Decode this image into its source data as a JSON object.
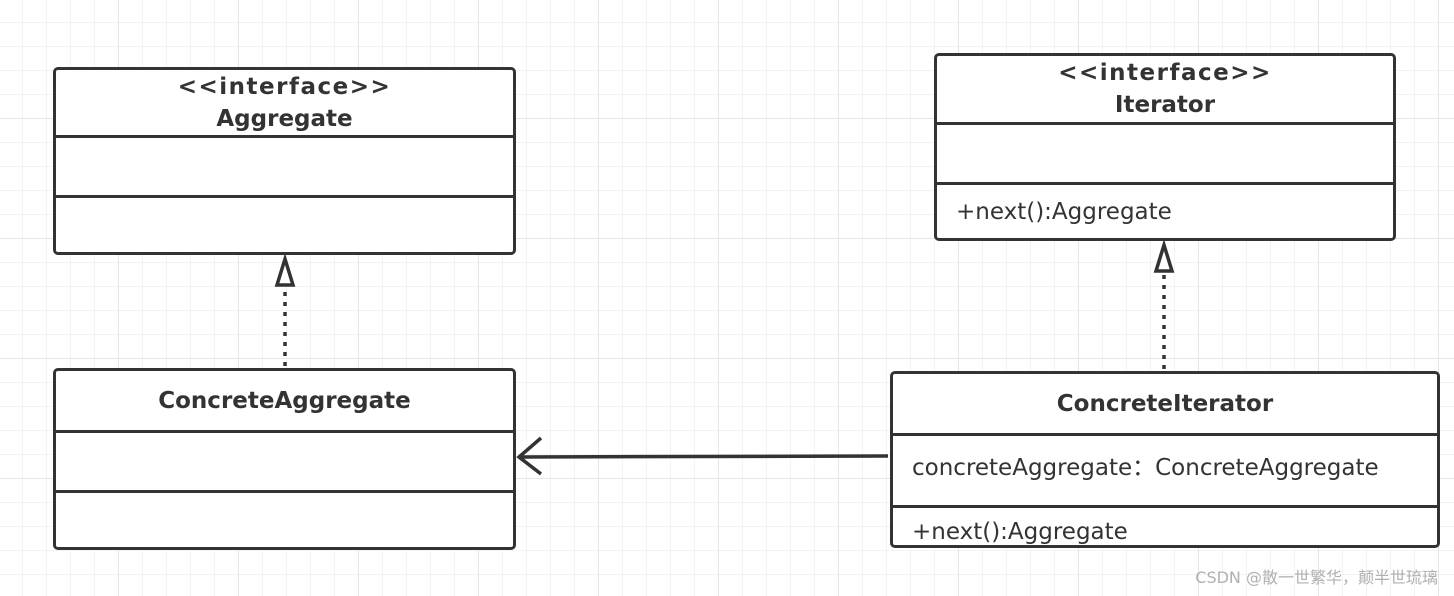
{
  "classes": {
    "aggregate": {
      "stereotype": "<<interface>>",
      "name": "Aggregate",
      "attributes": [],
      "operations": []
    },
    "iterator": {
      "stereotype": "<<interface>>",
      "name": "Iterator",
      "attributes": [],
      "operations": [
        "+next():Aggregate"
      ]
    },
    "concrete_aggregate": {
      "name": "ConcreteAggregate",
      "attributes": [],
      "operations": []
    },
    "concrete_iterator": {
      "name": "ConcreteIterator",
      "attributes": [
        "concreteAggregate：ConcreteAggregate"
      ],
      "operations": [
        "+next():Aggregate"
      ]
    }
  },
  "relations": [
    {
      "from": "concrete_aggregate",
      "to": "aggregate",
      "type": "realization"
    },
    {
      "from": "concrete_iterator",
      "to": "iterator",
      "type": "realization"
    },
    {
      "from": "concrete_iterator",
      "to": "concrete_aggregate",
      "type": "association"
    }
  ],
  "watermark": "CSDN @散一世繁华，颠半世琉璃",
  "colors": {
    "line": "#333333",
    "grid": "#e6e6e6",
    "background": "#ffffff"
  }
}
